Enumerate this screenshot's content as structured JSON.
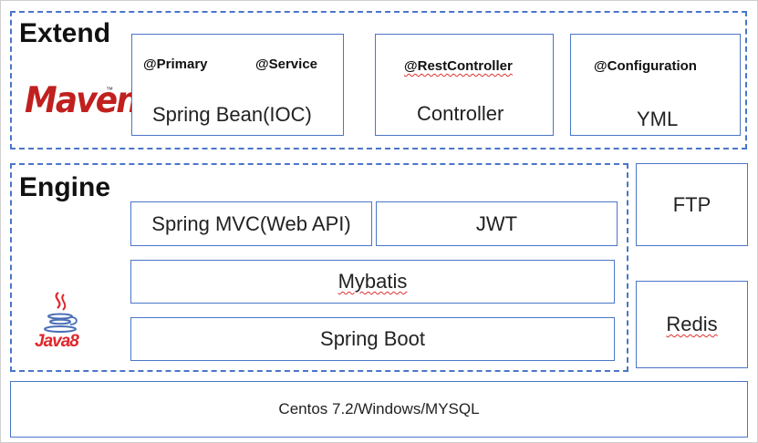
{
  "extend": {
    "title": "Extend",
    "logo_text": "Maven",
    "logo_tm": "™",
    "bean_box": {
      "anno_left": "@Primary",
      "anno_right": "@Service",
      "label": "Spring Bean(IOC)"
    },
    "controller_box": {
      "anno": "@RestController",
      "label": "Controller"
    },
    "config_box": {
      "anno": "@Configuration",
      "label": "YML"
    }
  },
  "engine": {
    "title": "Engine",
    "logo_text": "Java8",
    "mvc_label": "Spring MVC(Web API)",
    "jwt_label": "JWT",
    "mybatis_label": "Mybatis",
    "boot_label": "Spring Boot"
  },
  "side": {
    "ftp_label": "FTP",
    "redis_label": "Redis"
  },
  "footer": {
    "label": "Centos 7.2/Windows/MYSQL"
  },
  "colors": {
    "border": "#4a76c8",
    "maven_red": "#c0201e",
    "java_red": "#e0262b",
    "java_blue": "#4a6fb5"
  }
}
